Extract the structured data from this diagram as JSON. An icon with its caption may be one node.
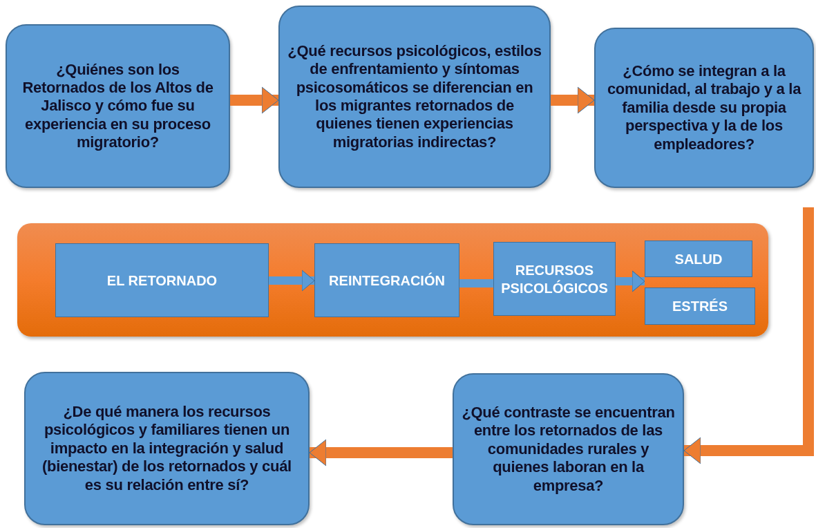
{
  "diagram": {
    "nodes": [
      {
        "text": [
          "¿Quiénes son los Retornados de los Altos de Jalisco y cómo fue su experiencia en su proceso migratorio?"
        ]
      },
      {
        "text": [
          "¿Qué recursos psicológicos, estilos de enfrentamiento y síntomas psicosomáticos se diferencian en los migrantes retornados de quienes tienen experiencias migratorias indirectas?"
        ]
      },
      {
        "text": [
          "¿Cómo se integran a la comunidad, al trabajo y a la familia desde su propia perspectiva y la de los empleadores?"
        ]
      },
      {
        "text": [],
        "shape": "box"
      },
      {
        "text": [
          "EL RETORNADO"
        ],
        "in": 3
      },
      {
        "text": [
          "REINTEGRACIÓN"
        ],
        "in": 3
      },
      {
        "text": [
          "RECURSOS PSICOLÓGICOS"
        ],
        "in": 3
      },
      {
        "text": [
          "SALUD"
        ],
        "in": 3
      },
      {
        "text": [
          "ESTRÉS"
        ],
        "in": 3
      },
      {
        "text": [
          "¿De qué manera los recursos psicológicos y familiares tienen un impacto en la integración y salud (bienestar) de los retornados y cuál es su relación entre sí?"
        ]
      },
      {
        "text": [
          "¿Qué contraste se encuentran entre los retornados de las comunidades rurales y quienes laboran en la empresa?"
        ]
      }
    ],
    "edges": [
      {
        "from": 0,
        "to": 1,
        "arrow": "to",
        "color": "#ed7d31"
      },
      {
        "from": 1,
        "to": 2,
        "arrow": "to",
        "color": "#ed7d31"
      },
      {
        "from": null,
        "to": 10,
        "arrow": "to",
        "color": "#ed7d31"
      },
      {
        "from": 10,
        "to": 9,
        "arrow": "to",
        "color": "#ed7d31"
      },
      {
        "from": 4,
        "to": 5,
        "arrow": "to",
        "color": "#5b9bd5"
      },
      {
        "from": 5,
        "to": 6,
        "arrow": "none",
        "color": "#5b9bd5"
      },
      {
        "from": 6,
        "to": 7,
        "arrow": "to",
        "color": "#5b9bd5"
      },
      {
        "from": 6,
        "to": 8,
        "arrow": "to",
        "color": "#5b9bd5"
      }
    ]
  }
}
